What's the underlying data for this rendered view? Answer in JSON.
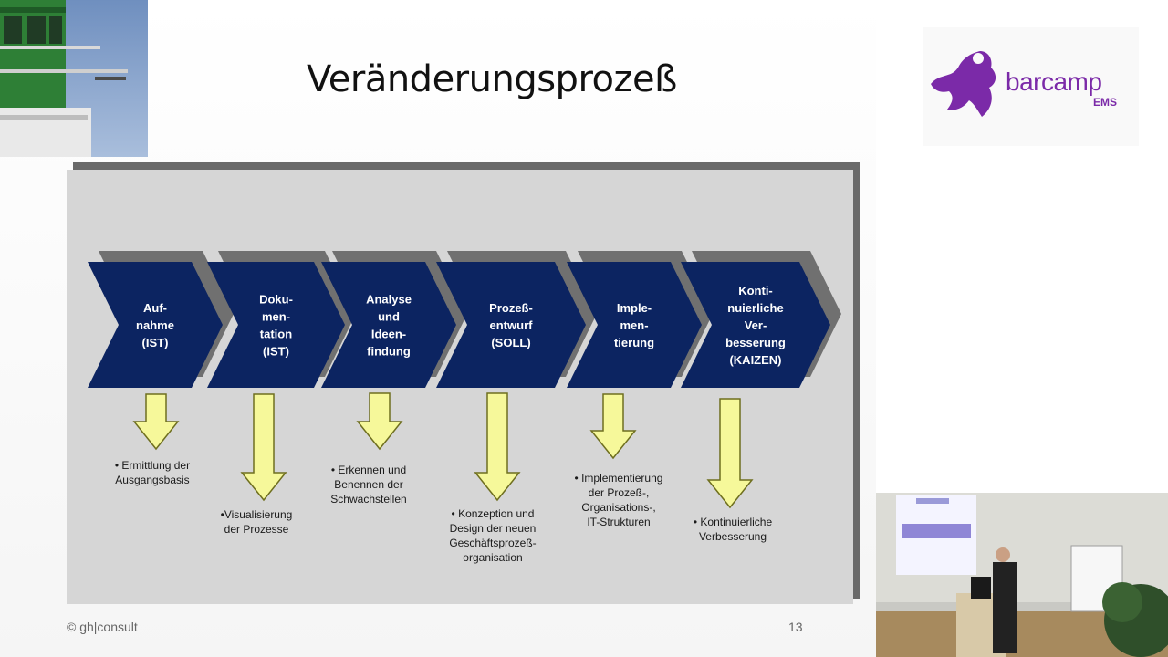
{
  "slide": {
    "title": "Veränderungsprozeß",
    "footer_left": "© gh|consult",
    "page_number": "13"
  },
  "steps": [
    {
      "lines": [
        "Auf-",
        "nahme",
        "(IST)"
      ],
      "notes": [
        "• Ermittlung der",
        "Ausgangsbasis"
      ]
    },
    {
      "lines": [
        "Doku-",
        "men-",
        "tation",
        "(IST)"
      ],
      "notes": [
        "•Visualisierung",
        "der Prozesse"
      ]
    },
    {
      "lines": [
        "Analyse",
        "und",
        "Ideen-",
        "findung"
      ],
      "notes": [
        "• Erkennen und",
        "Benennen der",
        "Schwachstellen"
      ]
    },
    {
      "lines": [
        "Prozeß-",
        "entwurf",
        "(SOLL)"
      ],
      "notes": [
        "• Konzeption und",
        "Design der neuen",
        "Geschäftsprozeß-",
        "organisation"
      ]
    },
    {
      "lines": [
        "Imple-",
        "men-",
        "tierung"
      ],
      "notes": [
        "• Implementierung",
        "der Prozeß-,",
        "Organisations-,",
        "IT-Strukturen"
      ]
    },
    {
      "lines": [
        "Konti-",
        "nuierliche",
        "Ver-",
        "besserung",
        "(KAIZEN)"
      ],
      "notes": [
        "• Kontinuierliche",
        "Verbesserung"
      ]
    }
  ],
  "logo": {
    "text": "barcamp",
    "sub": "EMS"
  },
  "colors": {
    "chevron": "#0c2461",
    "chevron_shadow": "#707070",
    "arrow_fill": "#f6f89a",
    "arrow_stroke": "#6f6f1f",
    "logo": "#7b2aa8"
  }
}
